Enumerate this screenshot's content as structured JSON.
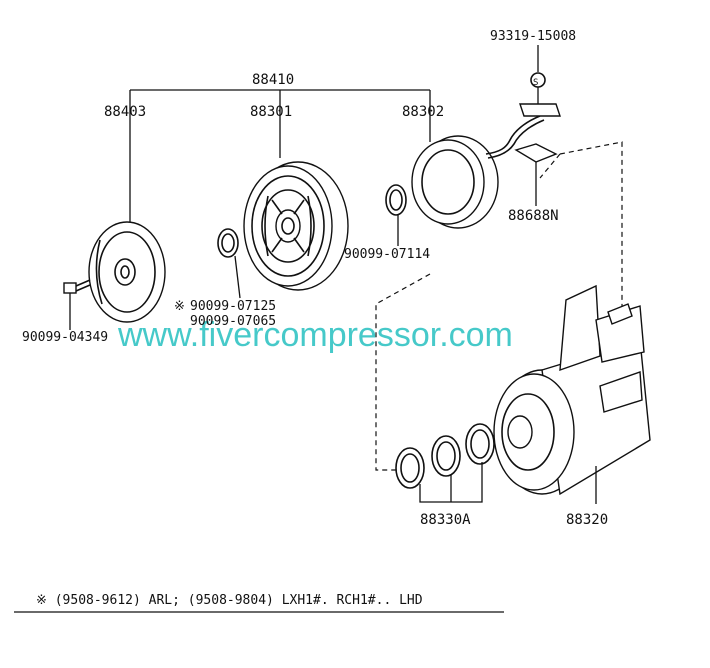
{
  "parts": {
    "assembly": "88410",
    "hub": "88403",
    "pulley": "88301",
    "coil": "88302",
    "sensor_bolt": "93319-15008",
    "sensor_bracket": "88688N",
    "bolt": "90099-04349",
    "shim_1": "90099-07125",
    "shim_2": "90099-07065",
    "snap_ring": "90099-07114",
    "o_rings": "88330A",
    "compressor": "88320"
  },
  "markers": {
    "asterisk": "※",
    "circle_s": "S"
  },
  "watermark": "www.fivercompressor.com",
  "footnote": "※ (9508-9612) ARL; (9508-9804) LXH1#. RCH1#.. LHD"
}
